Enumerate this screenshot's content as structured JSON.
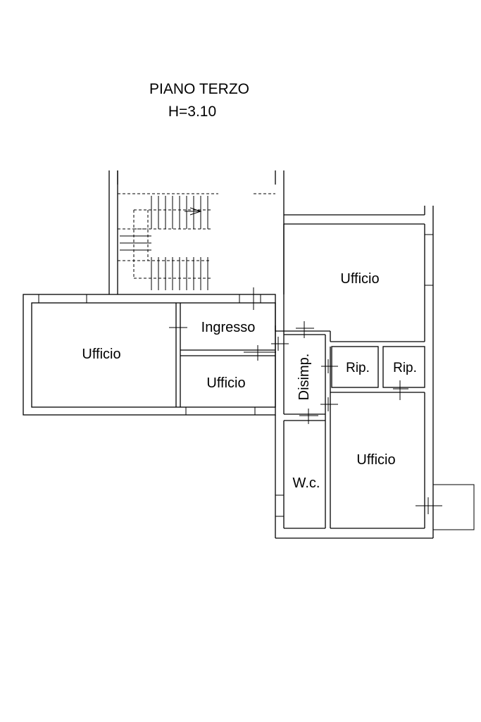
{
  "floor": {
    "title": "PIANO TERZO",
    "height": "H=3.10"
  },
  "rooms": {
    "ufficio_left": "Ufficio",
    "ingresso": "Ingresso",
    "ufficio_small": "Ufficio",
    "disimpegno": "Disimp.",
    "ufficio_top_right": "Ufficio",
    "rip_1": "Rip.",
    "rip_2": "Rip.",
    "ufficio_bottom_right": "Ufficio",
    "wc": "W.c."
  }
}
